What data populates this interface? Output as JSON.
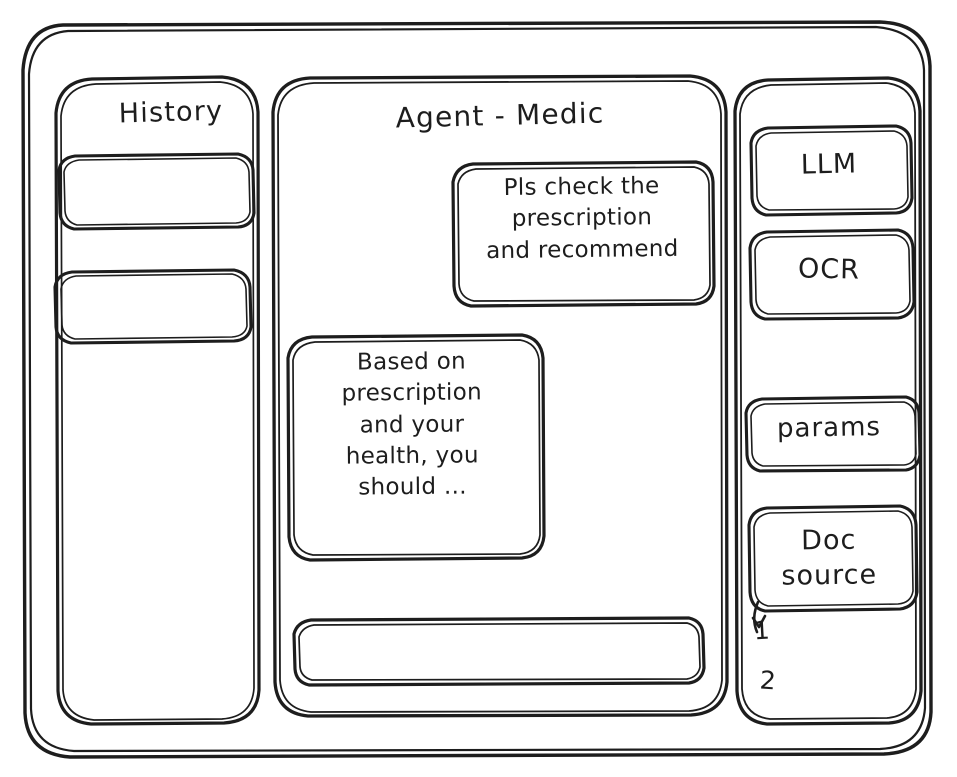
{
  "app": {
    "title": "Agent - Medic",
    "style": "hand-drawn wireframe sketch",
    "stroke_color": "#1d1d1d",
    "background_color": "#ffffff"
  },
  "sidebar_left": {
    "title": "History",
    "items": [
      {
        "label": "",
        "name": "history-item-1"
      },
      {
        "label": "",
        "name": "history-item-2"
      }
    ]
  },
  "main": {
    "title": "Agent - Medic",
    "messages": [
      {
        "role": "user",
        "text": "Pls check the\nprescription\nand recommend"
      },
      {
        "role": "agent",
        "text": "Based on\nprescription\nand your\nhealth, you\nshould ..."
      }
    ],
    "composer": {
      "value": "",
      "placeholder": ""
    }
  },
  "sidebar_right": {
    "tools": [
      {
        "label": "LLM",
        "name": "tool-llm"
      },
      {
        "label": "OCR",
        "name": "tool-ocr"
      },
      {
        "label": "params",
        "name": "tool-params"
      },
      {
        "label": "Doc\nsource",
        "name": "tool-doc-source"
      }
    ],
    "doc_sources": [
      "1",
      "2"
    ]
  }
}
